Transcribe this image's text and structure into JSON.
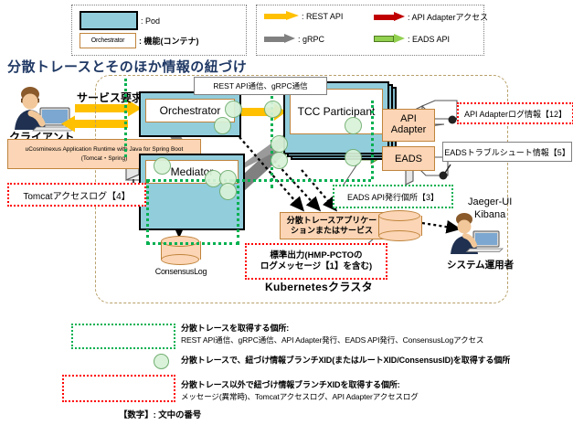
{
  "legend_top": {
    "left": {
      "pod_label": ": Pod",
      "function_box_text": "Orchestrator",
      "function_label": ": 機能(コンテナ)"
    },
    "right": {
      "items": [
        {
          "icon": "orange-block-arrow-icon",
          "label": ": REST API",
          "color": "#ffc000"
        },
        {
          "icon": "red-block-arrow-icon",
          "label": ": API Adapterアクセス",
          "color": "#c00000"
        },
        {
          "icon": "gray-block-arrow-icon",
          "label": ": gRPC",
          "color": "#808080"
        },
        {
          "icon": "green-block-arrow-icon",
          "label": ": EADS API",
          "color": "#92d050"
        }
      ]
    }
  },
  "title": "分散トレースとそのほか情報の紐づけ",
  "diagram": {
    "cluster_label": "Kubernetesクラスタ",
    "client_label": "クライアント",
    "service_request_label": "サービス要求",
    "ucosminexus_box": "uCosminexus Application Runtime with Java for Spring Boot (Tomcat・Spring)",
    "ucosminexus_line1": "uCosminexus Application Runtime with Java for Spring Boot",
    "ucosminexus_line2": "(Tomcat・Spring)",
    "orchestrator": "Orchestrator",
    "tcc_participant": "TCC Participant",
    "mediator": "Mediator",
    "api_adapter": "API Adapter",
    "eads": "EADS",
    "consensus_log": "ConsensusLog",
    "dt_app_line1": "分散トレースアプリケー",
    "dt_app_line2": "ションまたはサービス",
    "rest_grpc_callout": "REST API通信、gRPC通信",
    "operator_tool_line1": "Jaeger-UI",
    "operator_tool_line2": "Kibana",
    "operator_label": "システム運用者",
    "annotations": {
      "tomcat_access_log": "Tomcatアクセスログ【4】",
      "api_adapter_log": "API Adapterログ情報【12】",
      "eads_trouble": "EADSトラブルシュート情報【5】",
      "eads_api_issue": "EADS API発行個所【3】",
      "stdout_line1": "標準出力(HMP-PCTOの",
      "stdout_line2": "ログメッセージ【1】を含む)"
    }
  },
  "legend_bottom": {
    "entries": [
      {
        "key": "green-dotted-box-icon",
        "line1": "分散トレースを取得する個所:",
        "line2": "REST API通信、gRPC通信、API Adapter発行、EADS API発行、ConsensusLogアクセス"
      },
      {
        "key": "green-circle-icon",
        "line1": "分散トレースで、紐づけ情報ブランチXID(またはルートXID/ConsensusID)を取得する個所",
        "line2": ""
      },
      {
        "key": "red-dotted-box-icon",
        "line1": "分散トレース以外で紐づけ情報ブランチXIDを取得する個所:",
        "line2": "メッセージ(異常時)、Tomcatアクセスログ、API Adapterアクセスログ"
      }
    ],
    "footnote": "【数字】:  文中の番号"
  },
  "colors": {
    "pod": "#92cddc",
    "function_border": "#c0843c",
    "orange_box": "#fbd5b5",
    "trace_green": "#00b050",
    "annot_red": "#ff0000",
    "rest_api": "#ffc000",
    "grpc": "#808080",
    "api_adapter_access": "#c00000",
    "eads_api": "#92d050",
    "title": "#1f3864"
  }
}
